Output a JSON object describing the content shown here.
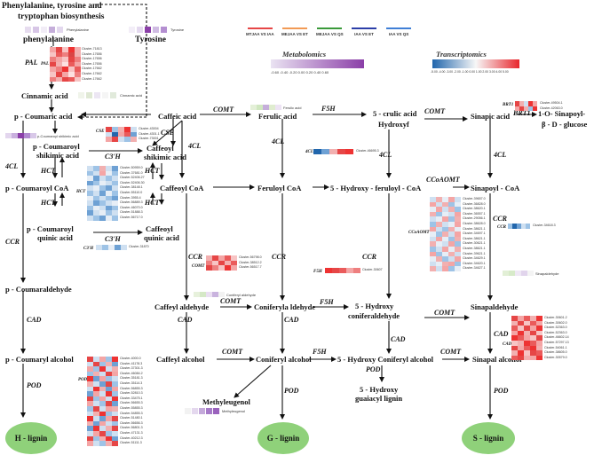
{
  "header": {
    "title_line1": "Phenylalanine, tyrosine and",
    "title_line2": "tryptophan biosynthesis"
  },
  "legend": {
    "comparisons": [
      {
        "label": "MTJAA VS IAA",
        "color": "#e64646"
      },
      {
        "label": "MEJAA VS ET",
        "color": "#f29a55"
      },
      {
        "label": "MEJAA VS QS",
        "color": "#3a9a3a"
      },
      {
        "label": "IAA VS ET",
        "color": "#2c3ea8"
      },
      {
        "label": "IAA VS QS",
        "color": "#3f7fd6"
      }
    ],
    "metabolomics_title": "Metabolomics",
    "metabolomics_ticks": "-0.60 -0.40 -0.20 0.00 0.20 0.40 0.60",
    "transcriptomics_title": "Transcriptomics",
    "transcriptomics_ticks": "-5.00 -4.00 -3.00 -2.00 -1.00 0.00 1.00 2.00 3.00 4.00 5.00",
    "colors": {
      "low": "#2166ac",
      "mid": "#f7f7f7",
      "high": "#e8262c",
      "met_low": "#eae3f2",
      "met_high": "#8b3fa8"
    }
  },
  "metabolites": {
    "phenylalanine": "phenylalanine",
    "tyrosine": "Tyrosine",
    "cinnamic_acid": "Cinnamic acid",
    "p_coumaric_acid": "p - Coumaric acid",
    "caffeic_acid": "Caffeic acid",
    "ferulic_acid": "Ferulic acid",
    "hydroxy_ferulic_acid_1": "5 - crulic acid",
    "hydroxy_ferulic_acid_2": "Hydroxyf",
    "sinapic_acid": "Sinapic acid",
    "sinapoyl_glucose_1": "1-O- Sinapoyl-",
    "sinapoyl_glucose_2": "β - D - glucose",
    "p_coumaroyl_shikimic_1": "p - Coumaroyl",
    "p_coumaroyl_shikimic_2": "shikimic acid",
    "caffeoyl_shikimic_1": "Caffeoyl",
    "caffeoyl_shikimic_2": "shikimic acid",
    "p_coumaroyl_coa": "p - Coumaroyl CoA",
    "caffeoyl_coa": "Caffeoyl CoA",
    "feruloyl_coa": "Feruloyl CoA",
    "hydroxy_feruloyl_coa": "5 - Hydroxy - feruloyl - CoA",
    "sinapoyl_coa": "Sinapoyl - CoA",
    "p_coumaroyl_quinic_1": "p - Coumaroyl",
    "p_coumaroyl_quinic_2": "quinic acid",
    "caffeoyl_quinic_1": "Caffeoyl",
    "caffeoyl_quinic_2": "quinic acid",
    "p_coumaraldehyde": "p - Coumaraldehyde",
    "caffeyl_aldehyde": "Caffeyl aldehyde",
    "coniferaldehyde": "Coniferyla ldehyde",
    "hydroxy_coniferaldehyde_1": "5 - Hydroxy",
    "hydroxy_coniferaldehyde_2": "coniferaldehyde",
    "sinapaldehyde": "Sinapaldehyde",
    "p_coumaryl_alcohol": "p - Coumaryl alcohol",
    "caffeyl_alcohol": "Caffeyl alcohol",
    "coniferyl_alcohol": "Coniferyl alcohol",
    "hydroxy_coniferyl_alcohol": "5 - Hydroxy  Coniferyl alcohol",
    "sinapyl_alcohol": "Sinapal alcohol",
    "methyleugenol": "Methyleugenol",
    "guaiacyl_lignin_1": "5 - Hydroxy",
    "guaiacyl_lignin_2": "guaiacyl lignin"
  },
  "lignins": {
    "h": "H - lignin",
    "g": "G - lignin",
    "s": "S - lignin"
  },
  "enzymes": {
    "pal": "PAL",
    "c4h": "CSE",
    "cl4_a": "4CL",
    "cl4_b": "4CL",
    "cl4_c": "4CL",
    "cl4_d": "4CL",
    "cl4_e": "4CL",
    "hct_a": "HCT",
    "hct_b": "HCT",
    "hct_c": "HCT",
    "hct_d": "HCT",
    "c3h_a": "C3'H",
    "c3h_b": "C3'H",
    "ccr_a": "CCR",
    "ccr_b": "CCR",
    "ccr_c": "CCR",
    "ccr_d": "CCR",
    "ccr_e": "CCR",
    "comt_a": "COMT",
    "comt_b": "COMT",
    "comt_c": "COMT",
    "comt_d": "COMT",
    "comt_e": "COMT",
    "comt_f": "COMT",
    "f5h_a": "F5H",
    "f5h_b": "F5H",
    "f5h_c": "F5H",
    "ccoaomt": "CCoAOMT",
    "brt1": "BRT1",
    "cad_a": "CAD",
    "cad_b": "CAD",
    "cad_c": "CAD",
    "cad_d": "CAD",
    "cad_e": "CAD",
    "pod_a": "POD",
    "pod_b": "POD",
    "pod_c": "POD",
    "pod_d": "POD"
  },
  "heatmap_labels": {
    "pal_small": "PAL",
    "cse_small": "CSE",
    "hct_small": "HCT",
    "c3h_small": "C3'H",
    "cl4_small": "4CL",
    "comt_small": "COMT",
    "f5h_small": "F5H",
    "ccoaomt_small": "CCoAOMT",
    "brt1_small": "BRT1",
    "ccr_small": "CCR",
    "cad_small": "CAD",
    "pod_small": "POD"
  },
  "met_labels": {
    "phenylalanine": "Phenylalanine",
    "tyrosine": "Tyrosine",
    "cinnamic": "Cinnamic acid",
    "pcoumaroyl_shikimic": "p-Coumaroyl shikimic acid",
    "ferulic": "Ferulic acid",
    "coniferyl_aldehyde": "Coniferyl aldehyde",
    "sinapaldehyde": "Sinapaldehyde",
    "methyleugenol": "Methyleugenol"
  },
  "clusters": {
    "pal": [
      "Cluster-71813",
      "Cluster-17656",
      "Cluster-17656",
      "Cluster-17656",
      "Cluster-17662",
      "Cluster-17662",
      "Cluster-17662"
    ],
    "cse": [
      "Cluster-43004",
      "Cluster-4301.1",
      "Cluster-73001"
    ],
    "hct": [
      "Cluster-50959.0",
      "Cluster-37681.0",
      "Cluster-52406.27",
      "Cluster-52406.30",
      "Cluster-38148.1",
      "Cluster-55110.0",
      "Cluster-3955.4",
      "Cluster-56889.3",
      "Cluster-46070.0",
      "Cluster-51888.3",
      "Cluster-56717.0"
    ],
    "c3h": [
      "Cluster-31870"
    ],
    "cl4_mid": [
      "Cluster-46695.3"
    ],
    "comt": [
      "Cluster-56798.0",
      "Cluster-38512.2",
      "Cluster-56517.7"
    ],
    "f5h": [
      "Cluster-30607"
    ],
    "ccoaomt": [
      "Cluster-39657.0",
      "Cluster-36828.0",
      "Cluster-38620.1",
      "Cluster-36557.1",
      "Cluster-29056.1",
      "Cluster-38628.0",
      "Cluster-38621.1",
      "Cluster-34697.1",
      "Cluster-38621.1",
      "Cluster-30621.1",
      "Cluster-38621.1",
      "Cluster-39621.1",
      "Cluster-34629.1",
      "Cluster-34620.1",
      "Cluster-34627.1"
    ],
    "brt1": [
      "Cluster-49504.1",
      "Cluster-42063.0"
    ],
    "ccr": [
      "Cluster-34618.3"
    ],
    "cad": [
      "Cluster-30601.2",
      "Cluster-30602.0",
      "Cluster-52363.0",
      "Cluster-52363.0",
      "Cluster-46602.14",
      "Cluster-57297.13",
      "Cluster-54061.1",
      "Cluster-38605.0",
      "Cluster-30579.0"
    ],
    "pod": [
      "Cluster-4000.0",
      "Cluster-41178.3",
      "Cluster-37301.3",
      "Cluster-46084.2",
      "Cluster-35181.3",
      "Cluster-35114.3",
      "Cluster-56855.3",
      "Cluster-52810.3",
      "Cluster-33475.1",
      "Cluster-56655.3",
      "Cluster-55855.3",
      "Cluster-54855.3",
      "Cluster-51480.1",
      "Cluster-56656.3",
      "Cluster-56801.3",
      "Cluster-47131.3",
      "Cluster-40212.3",
      "Cluster-51111.3"
    ]
  }
}
